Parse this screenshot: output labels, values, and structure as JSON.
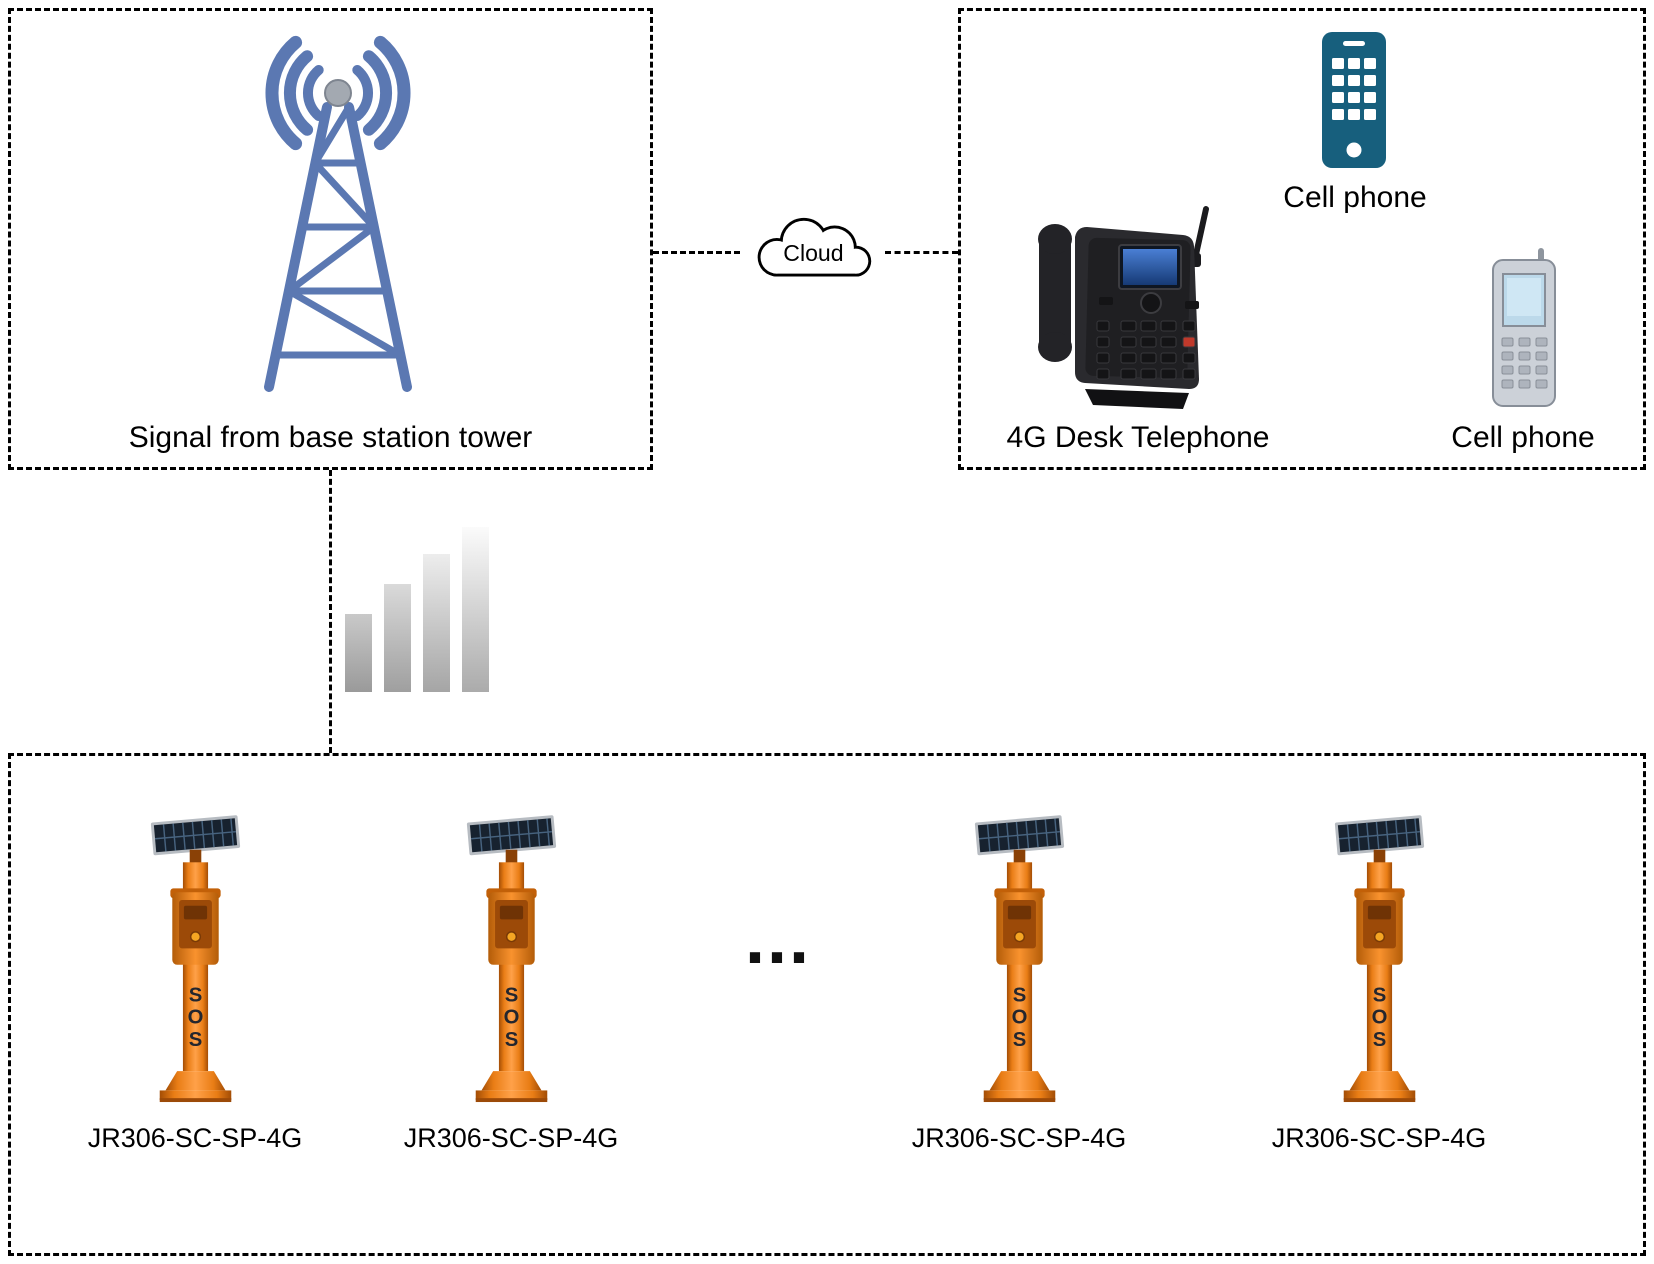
{
  "diagram": {
    "base_station": {
      "label": "Signal from base station tower"
    },
    "cloud": {
      "label": "Cloud"
    },
    "receivers": {
      "cell_phone_top_label": "Cell phone",
      "desk_phone_label": "4G Desk Telephone",
      "cell_phone_right_label": "Cell phone"
    },
    "stations": {
      "sos_letters": [
        "S",
        "O",
        "S"
      ],
      "ellipsis": "...",
      "items": [
        {
          "label": "JR306-SC-SP-4G"
        },
        {
          "label": "JR306-SC-SP-4G"
        },
        {
          "label": "JR306-SC-SP-4G"
        },
        {
          "label": "JR306-SC-SP-4G"
        }
      ]
    },
    "colors": {
      "tower_blue": "#5b78b2",
      "smartphone_teal": "#175f7d",
      "station_orange": "#f58220",
      "outline": "#000000"
    }
  }
}
